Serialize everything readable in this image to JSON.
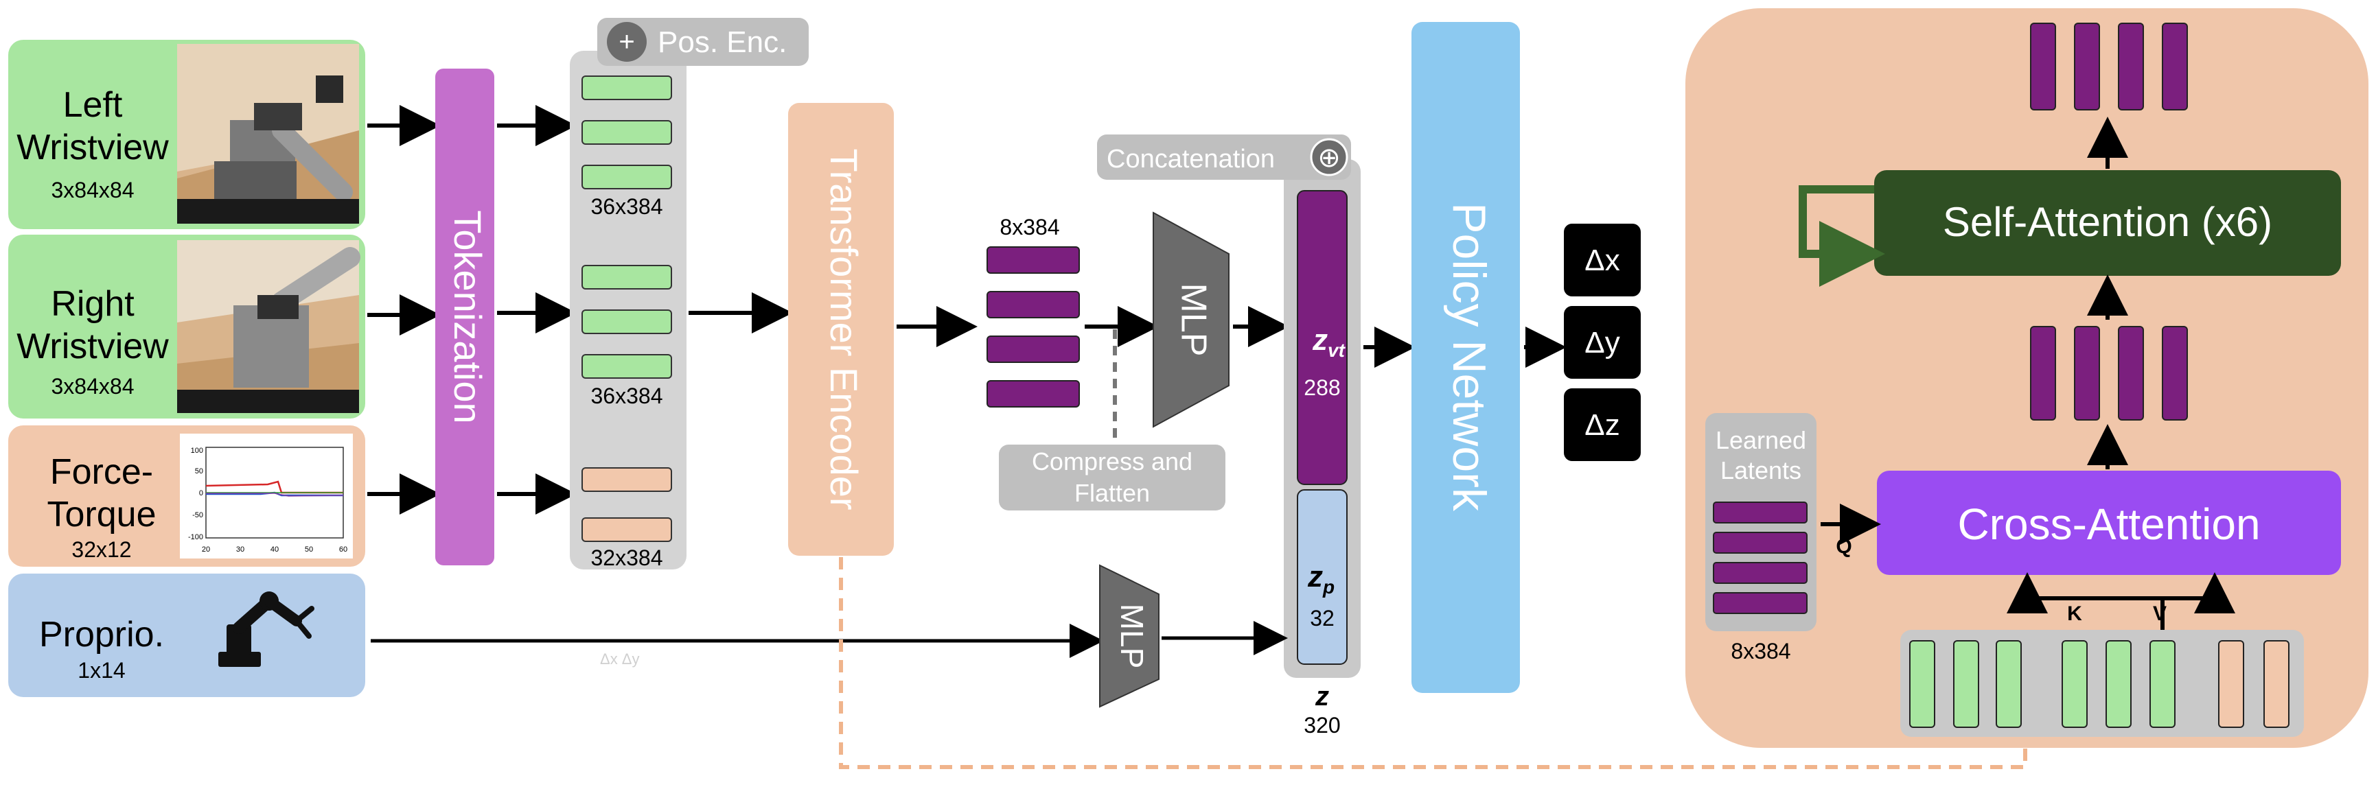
{
  "inputs": {
    "left_wristview": {
      "name_line1": "Left",
      "name_line2": "Wristview",
      "dims": "3x84x84"
    },
    "right_wristview": {
      "name_line1": "Right",
      "name_line2": "Wristview",
      "dims": "3x84x84"
    },
    "force_torque": {
      "name_line1": "Force-",
      "name_line2": "Torque",
      "dims": "32x12",
      "plot": {
        "y_ticks": [
          "100",
          "50",
          "0",
          "-50",
          "-100"
        ],
        "x_ticks": [
          "20",
          "30",
          "40",
          "50",
          "60"
        ]
      }
    },
    "proprio": {
      "name": "Proprio.",
      "dims": "1x14"
    }
  },
  "tokenization": {
    "label": "Tokenization"
  },
  "pos_enc": {
    "symbol": "+",
    "label": "Pos. Enc."
  },
  "token_groups": [
    {
      "dims": "36x384"
    },
    {
      "dims": "36x384"
    },
    {
      "dims": "32x384"
    }
  ],
  "transformer_encoder": {
    "label": "Transformer Encoder"
  },
  "latents_out": {
    "dims": "8x384"
  },
  "mlp_top": {
    "label": "MLP"
  },
  "mlp_bottom": {
    "label": "MLP"
  },
  "compress": {
    "line1": "Compress and",
    "line2": "Flatten"
  },
  "concatenation": {
    "label": "Concatenation",
    "symbol": "⊕"
  },
  "z_vt": {
    "symbol": "z",
    "subscript": "vt",
    "value": "288"
  },
  "z_p": {
    "symbol": "z",
    "subscript": "p",
    "value": "32"
  },
  "z_total": {
    "symbol": "z",
    "value": "320"
  },
  "policy_network": {
    "label": "Policy Network"
  },
  "outputs": [
    "Δx",
    "Δy",
    "Δz"
  ],
  "faint_mark": "Δx Δy",
  "detail_panel": {
    "self_attention": {
      "label": "Self-Attention (x6)"
    },
    "cross_attention": {
      "label": "Cross-Attention"
    },
    "learned_latents": {
      "line1": "Learned",
      "line2": "Latents",
      "dims": "8x384"
    },
    "q_label": "Q",
    "k_label": "K",
    "v_label": "V"
  },
  "colors": {
    "green_box": "#a8e6a0",
    "green_border": "#6fc26a",
    "peach": "#f2c8ac",
    "blue_box": "#b4cdea",
    "tokenization": "#c46fcc",
    "gray": "#bfbfbf",
    "dark_gray": "#6b6b6b",
    "purple": "#7b1f7e",
    "policy": "#8cc9f0",
    "cross_attention": "#9a4cf2",
    "self_attention": "#2f4f23",
    "panel": "#f0c6aa"
  }
}
